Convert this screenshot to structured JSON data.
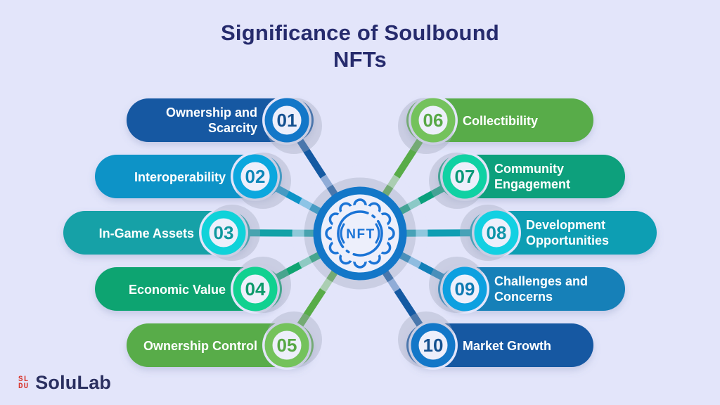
{
  "title": {
    "line1": "Significance of Soulbound",
    "line2": "NFTs"
  },
  "center": {
    "badge_label": "NFT"
  },
  "footer": {
    "brand": "SoluLab",
    "mark_top": "SL",
    "mark_bottom": "DU"
  },
  "colors": {
    "background": "#e3e5fa",
    "title_text": "#262b6d",
    "center_ring": "#1377c8",
    "badge_stroke": "#1b74d6",
    "inner_fill": "#edeffb",
    "halo": "rgba(162,168,190,0.38)",
    "halo_soft": "rgba(227,229,250,0.60)",
    "pill_text": "#ffffff",
    "logo_mark": "#d8372f",
    "brand_text": "#2b3060"
  },
  "items": [
    {
      "number": "01",
      "lines": [
        "Ownership and",
        "Scarcity"
      ],
      "side": "left",
      "pill": "#1459a2",
      "ring": "#1377c8",
      "num": "#14508f"
    },
    {
      "number": "02",
      "lines": [
        "Interoperability"
      ],
      "side": "left",
      "pill": "#0d93c7",
      "ring": "#0ba7de",
      "num": "#0b86b8"
    },
    {
      "number": "03",
      "lines": [
        "In-Game Assets"
      ],
      "side": "left",
      "pill": "#12a1a7",
      "ring": "#10d2d9",
      "num": "#0f989e"
    },
    {
      "number": "04",
      "lines": [
        "Economic Value"
      ],
      "side": "left",
      "pill": "#0fa471",
      "ring": "#11d190",
      "num": "#0c9a6a"
    },
    {
      "number": "05",
      "lines": [
        "Ownership Control"
      ],
      "side": "left",
      "pill": "#58ac48",
      "ring": "#74c25c",
      "num": "#57a845"
    },
    {
      "number": "06",
      "lines": [
        "Collectibility"
      ],
      "side": "right",
      "pill": "#58ac48",
      "ring": "#74c25c",
      "num": "#57a845"
    },
    {
      "number": "07",
      "lines": [
        "Community",
        "Engagement"
      ],
      "side": "right",
      "pill": "#0aa07c",
      "ring": "#10d1a3",
      "num": "#0a9878"
    },
    {
      "number": "08",
      "lines": [
        "Development",
        "Opportunities"
      ],
      "side": "right",
      "pill": "#0f9eb3",
      "ring": "#12d0e2",
      "num": "#0d95a9"
    },
    {
      "number": "09",
      "lines": [
        "Challenges and",
        "Concerns"
      ],
      "side": "right",
      "pill": "#1280b8",
      "ring": "#0da0e0",
      "num": "#0f7ab2"
    },
    {
      "number": "10",
      "lines": [
        "Market Growth"
      ],
      "side": "right",
      "pill": "#1459a2",
      "ring": "#1377c8",
      "num": "#14508f"
    }
  ]
}
